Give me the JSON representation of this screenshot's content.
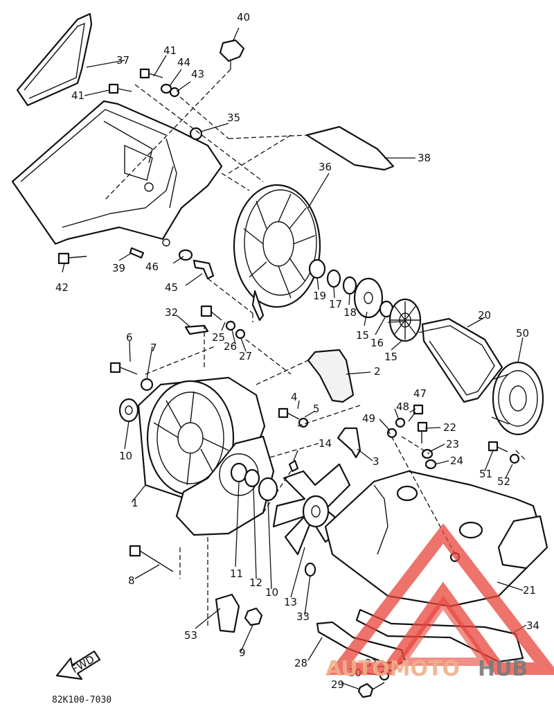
{
  "diagram": {
    "catalog_code": "82K100-7030",
    "fwd_label": "FWD",
    "parts": [
      "1",
      "2",
      "3",
      "4",
      "5",
      "6",
      "7",
      "8",
      "9",
      "10",
      "10",
      "11",
      "12",
      "13",
      "14",
      "15",
      "15",
      "16",
      "17",
      "18",
      "19",
      "20",
      "21",
      "22",
      "23",
      "24",
      "25",
      "26",
      "27",
      "28",
      "29",
      "30",
      "31",
      "32",
      "33",
      "34",
      "35",
      "36",
      "37",
      "38",
      "39",
      "40",
      "41",
      "41",
      "42",
      "43",
      "44",
      "45",
      "46",
      "47",
      "48",
      "49",
      "50",
      "51",
      "52",
      "53"
    ]
  },
  "watermark": {
    "part1": "AUTOMOTO",
    "part2": "HUB",
    "color": "#e8443a"
  }
}
